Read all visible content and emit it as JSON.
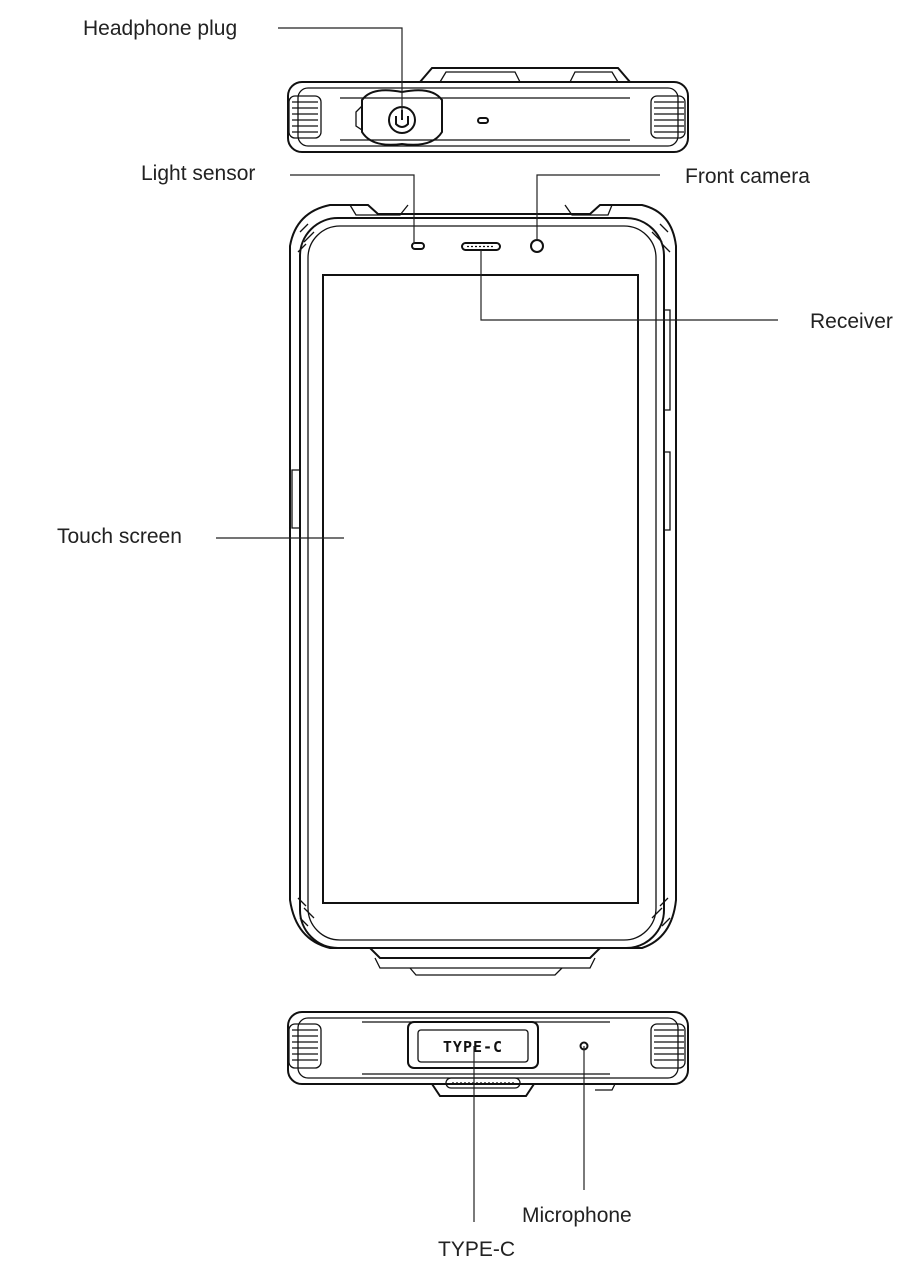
{
  "labels": {
    "headphone_plug": "Headphone plug",
    "light_sensor": "Light sensor",
    "front_camera": "Front camera",
    "receiver": "Receiver",
    "touch_screen": "Touch screen",
    "microphone": "Microphone",
    "type_c": "TYPE-C"
  },
  "port_text": "TYPE-C",
  "colors": {
    "line": "#111111",
    "text": "#222222",
    "background": "#ffffff"
  }
}
